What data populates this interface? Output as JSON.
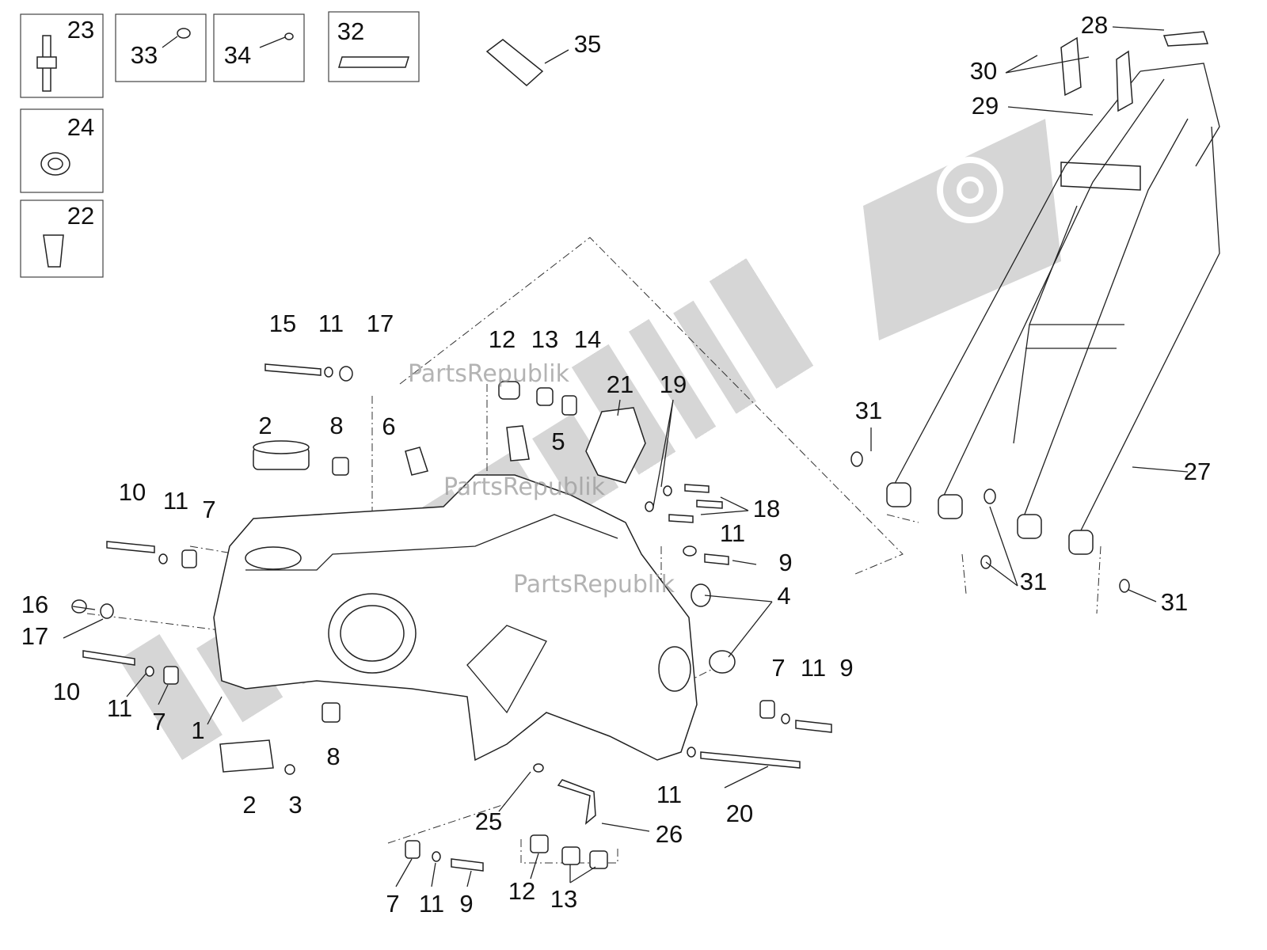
{
  "diagram": {
    "watermark": "PartsRepublik",
    "colors": {
      "watermark": "#9a9a9a",
      "line": "#222222"
    },
    "labels": [
      "23",
      "33",
      "34",
      "32",
      "35",
      "24",
      "22",
      "28",
      "30",
      "29",
      "15",
      "11",
      "17",
      "12",
      "13",
      "14",
      "21",
      "19",
      "2",
      "8",
      "6",
      "5",
      "18",
      "11",
      "9",
      "4",
      "31",
      "27",
      "31",
      "31",
      "10",
      "11",
      "7",
      "16",
      "17",
      "10",
      "11",
      "7",
      "1",
      "8",
      "2",
      "3",
      "7",
      "11",
      "9",
      "11",
      "20",
      "25",
      "26",
      "7",
      "11",
      "9",
      "12",
      "13"
    ]
  }
}
